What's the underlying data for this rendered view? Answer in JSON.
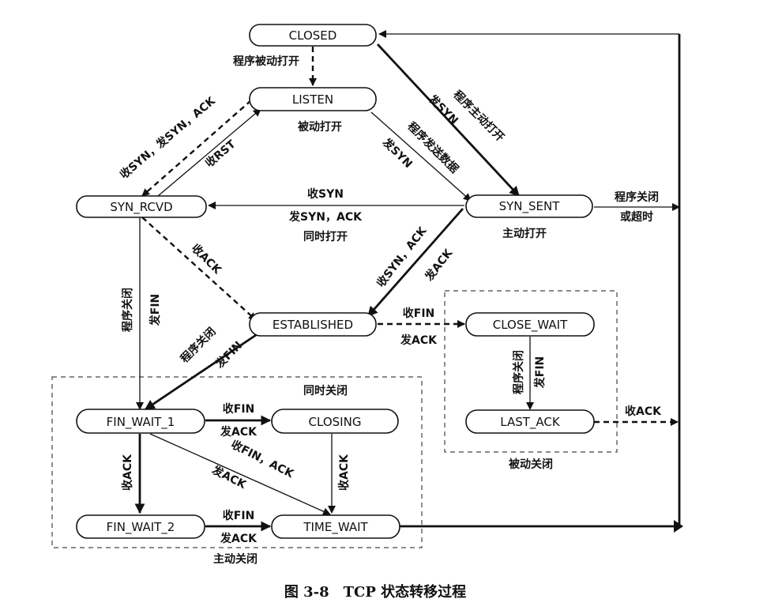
{
  "states": {
    "closed": "CLOSED",
    "listen": "LISTEN",
    "syn_rcvd": "SYN_RCVD",
    "syn_sent": "SYN_SENT",
    "established": "ESTABLISHED",
    "close_wait": "CLOSE_WAIT",
    "last_ack": "LAST_ACK",
    "fin_wait_1": "FIN_WAIT_1",
    "closing": "CLOSING",
    "fin_wait_2": "FIN_WAIT_2",
    "time_wait": "TIME_WAIT"
  },
  "labels": {
    "passive_open_program": "程序被动打开",
    "passive_open": "被动打开",
    "active_open_program": "程序主动打开",
    "send_syn": "发SYN",
    "program_send_data": "程序发送数据",
    "send_syn_2": "发SYN",
    "recv_syn_send_synack": "收SYN，发SYN，ACK",
    "recv_rst": "收RST",
    "recv_syn": "收SYN",
    "send_synack": "发SYN，ACK",
    "simultaneous_open": "同时打开",
    "program_close": "程序关闭",
    "or_timeout": "或超时",
    "active_open": "主动打开",
    "recv_synack": "收SYN，ACK",
    "send_ack_1": "发ACK",
    "recv_ack_1": "收ACK",
    "program_close_2": "程序关闭",
    "send_fin_1": "发FIN",
    "program_close_3": "程序关闭",
    "send_fin_2": "发FIN",
    "recv_fin_1": "收FIN",
    "send_ack_2": "发ACK",
    "program_close_4": "程序关闭",
    "send_fin_3": "发FIN",
    "recv_ack_2": "收ACK",
    "passive_close": "被动关闭",
    "simultaneous_close": "同时关闭",
    "recv_fin_2": "收FIN",
    "send_ack_3": "发ACK",
    "recv_ack_3": "收ACK",
    "recv_fin_ack": "收FIN，ACK",
    "send_ack_4": "发ACK",
    "recv_ack_4": "收ACK",
    "recv_fin_3": "收FIN",
    "send_ack_5": "发ACK",
    "active_close": "主动关闭"
  },
  "caption": "图 3-8　TCP 状态转移过程"
}
